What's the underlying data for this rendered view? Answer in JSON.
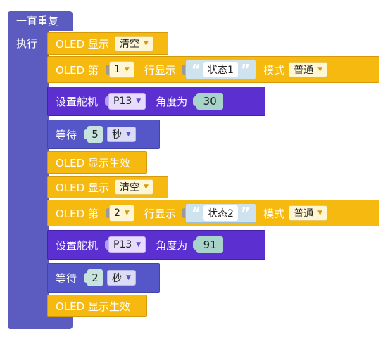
{
  "loop": {
    "title": "一直重复",
    "do_label": "执行"
  },
  "blocks": {
    "b1": {
      "label": "OLED 显示",
      "dropdown": "清空"
    },
    "b2": {
      "label_pre": "OLED 第",
      "line": "1",
      "label_mid": "行显示",
      "quote_open": "“",
      "text": "状态1",
      "quote_close": "”",
      "label_mode": "模式",
      "mode": "普通"
    },
    "b3": {
      "label_pre": "设置舵机",
      "pin": "P13",
      "label_mid": "角度为",
      "angle": "30"
    },
    "b4": {
      "label_pre": "等待",
      "amount": "5",
      "unit": "秒"
    },
    "b5": {
      "label": "OLED 显示生效"
    },
    "b6": {
      "label": "OLED 显示",
      "dropdown": "清空"
    },
    "b7": {
      "label_pre": "OLED 第",
      "line": "2",
      "label_mid": "行显示",
      "quote_open": "“",
      "text": "状态2",
      "quote_close": "”",
      "label_mode": "模式",
      "mode": "普通"
    },
    "b8": {
      "label_pre": "设置舵机",
      "pin": "P13",
      "label_mid": "角度为",
      "angle": "91"
    },
    "b9": {
      "label_pre": "等待",
      "amount": "2",
      "unit": "秒"
    },
    "b10": {
      "label": "OLED 显示生效"
    }
  },
  "icons": {
    "dropdown_arrow": "triangle-down-icon"
  },
  "colors": {
    "loop": "#5b5bc0",
    "oled": "#f5b90f",
    "servo": "#5b2fd0",
    "wait": "#5557c8",
    "string": "#cfe3ef"
  }
}
